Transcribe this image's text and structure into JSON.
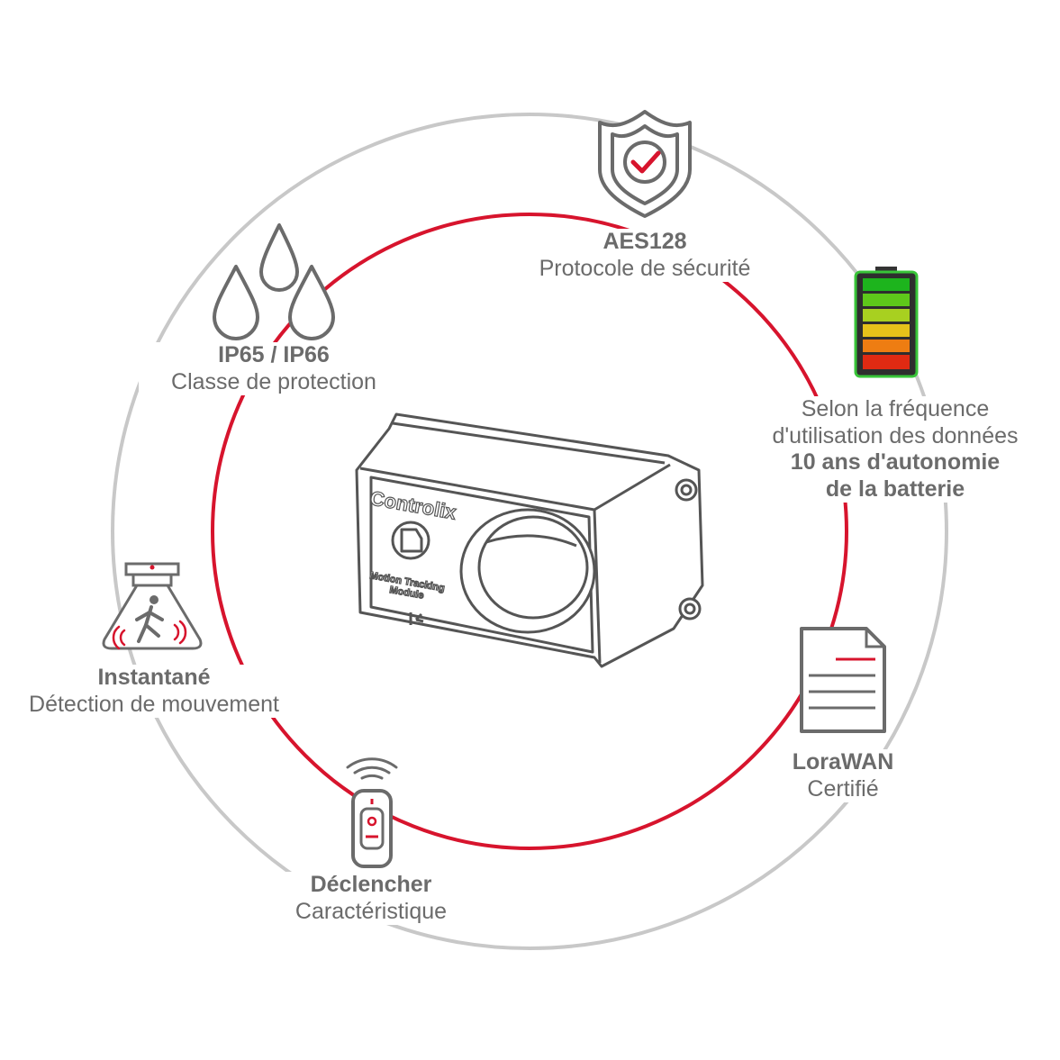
{
  "device": {
    "brand": "Controlix",
    "model_line1": "Motion Tracking",
    "model_line2": "Module"
  },
  "colors": {
    "ring_outer": "#c8c8c8",
    "ring_inner": "#d7142d",
    "text": "#6b6b6b",
    "icon_stroke": "#6b6b6b",
    "accent": "#d7142d"
  },
  "features": {
    "aes": {
      "title": "AES128",
      "subtitle": "Protocole de sécurité",
      "icon": "shield-check-icon"
    },
    "battery": {
      "line1": "Selon la fréquence",
      "line2": "d'utilisation des données",
      "bold1": "10 ans d'autonomie",
      "bold2": "de la batterie",
      "icon": "battery-level-icon"
    },
    "ip": {
      "title": "IP65 / IP66",
      "subtitle": "Classe de protection",
      "icon": "water-drops-icon"
    },
    "motion": {
      "title": "Instantané",
      "subtitle": "Détection de mouvement",
      "icon": "motion-detector-icon"
    },
    "trigger": {
      "title": "Déclencher",
      "subtitle": "Caractéristique",
      "icon": "remote-trigger-icon"
    },
    "lora": {
      "title": "LoraWAN",
      "subtitle": "Certifié",
      "icon": "document-icon"
    }
  }
}
